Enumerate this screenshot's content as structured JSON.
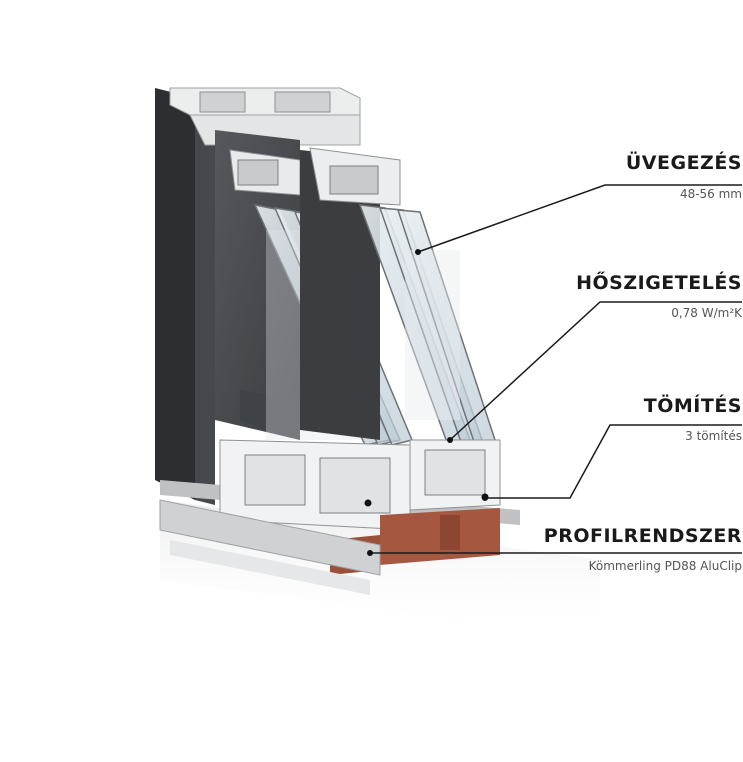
{
  "annotations": [
    {
      "title": "ÜVEGEZÉS",
      "value": "48-56 mm"
    },
    {
      "title": "HŐSZIGETELÉS",
      "value": "0,78 W/m²K"
    },
    {
      "title": "TÖMÍTÉS",
      "value": "3 tömítés"
    },
    {
      "title": "PROFILRENDSZER",
      "value": "Kömmerling PD88 AluClip"
    }
  ],
  "colors": {
    "frame_dark": "#3d3f42",
    "frame_mid": "#55585c",
    "pvc_white": "#f2f3f4",
    "thermal_insert": "#a5583f",
    "glass": "#cfdde6",
    "leader_line": "#1a1a1a"
  }
}
